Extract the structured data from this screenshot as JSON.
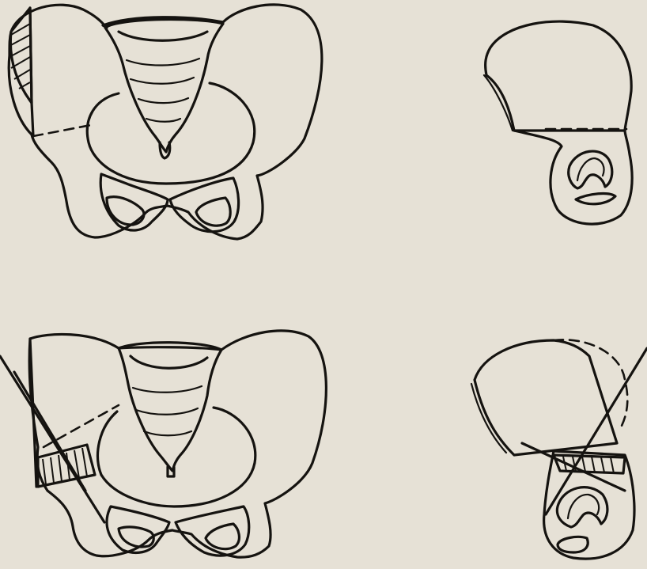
{
  "figure": {
    "panels": [
      {
        "id": "top-left",
        "view": "pelvis-front",
        "marking": "hatched-left-iliac-crest-with-dashed-cut"
      },
      {
        "id": "top-right",
        "view": "hemipelvis-lateral",
        "marking": "dashed-cut-above-acetabulum"
      },
      {
        "id": "bottom-left",
        "view": "pelvis-front",
        "marking": "oblique-cut-lines-with-hatched-wedge"
      },
      {
        "id": "bottom-right",
        "view": "hemipelvis-lateral",
        "marking": "crossing-cut-lines-with-hatched-wedge"
      }
    ],
    "colors": {
      "paper": "#e6e1d6",
      "ink": "#151310"
    }
  }
}
